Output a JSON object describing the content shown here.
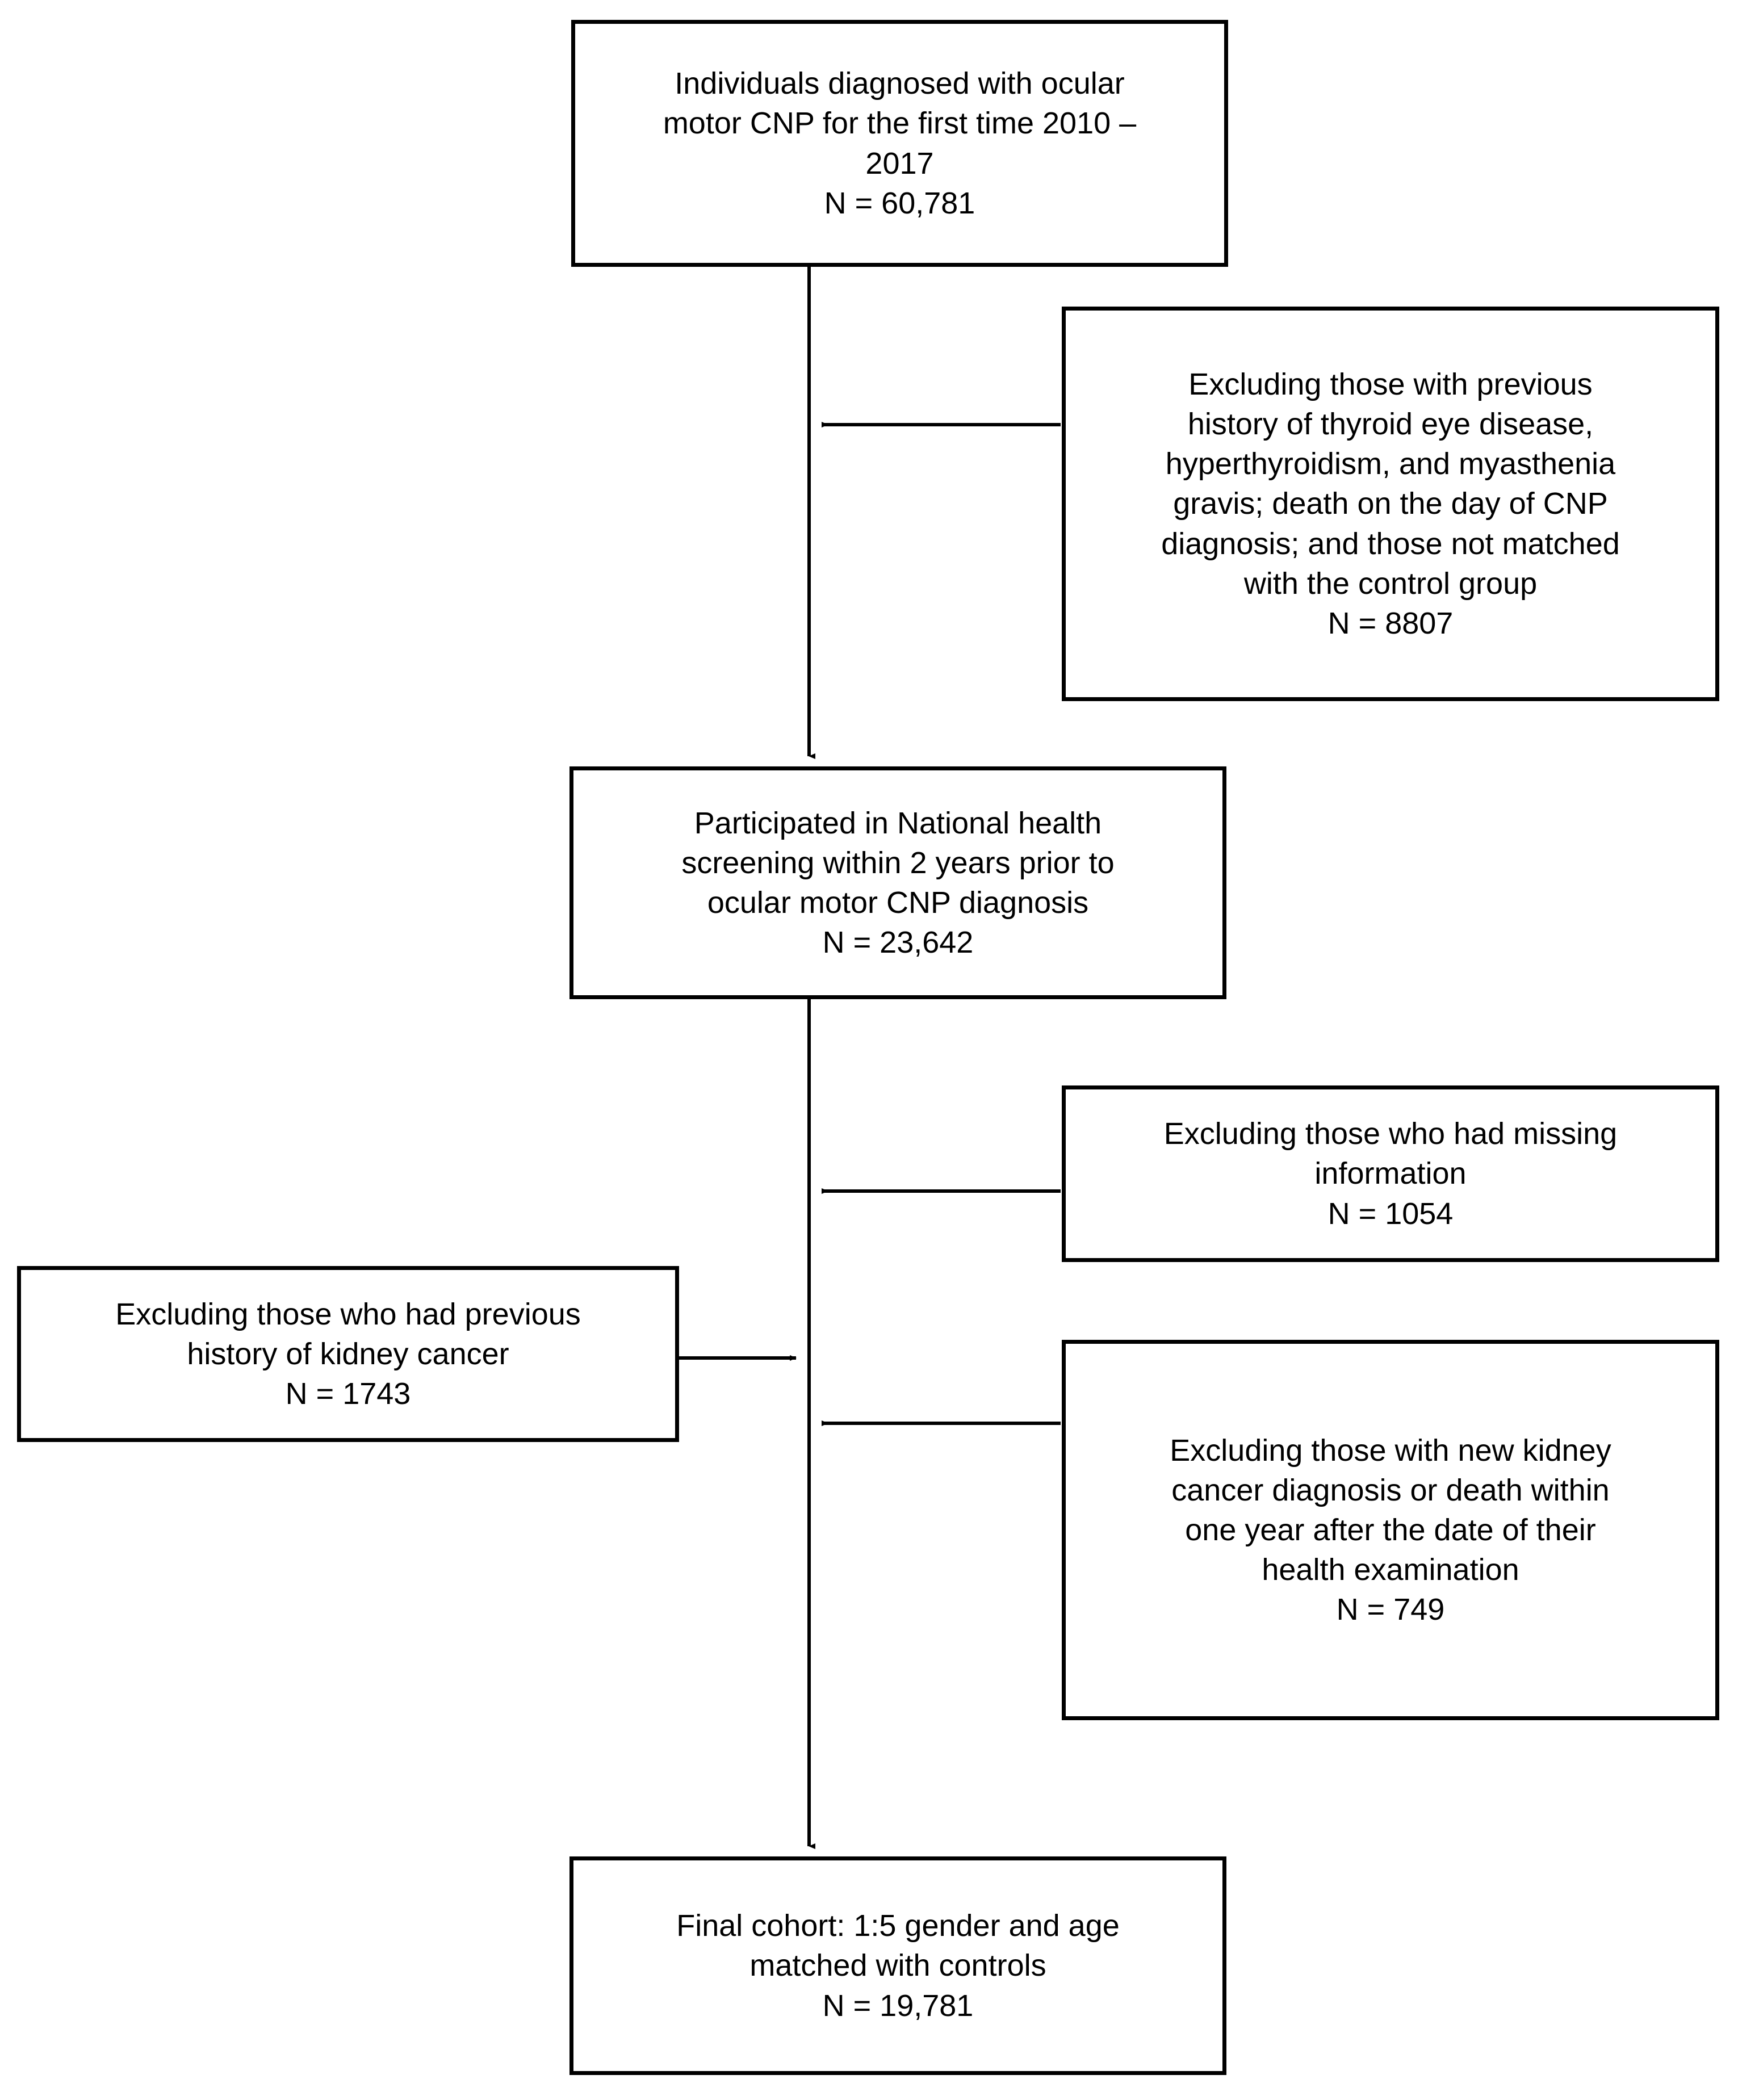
{
  "figure": {
    "type": "flowchart",
    "orientation": "top-to-bottom",
    "background_color": "#ffffff",
    "line_color": "#000000",
    "text_color": "#000000"
  },
  "nodes": {
    "source": {
      "id": "source",
      "role": "cohort",
      "lines": [
        "Individuals diagnosed with ocular",
        "motor CNP for the first time 2010 –",
        "2017"
      ],
      "count_label": "N = 60,781",
      "count_value": 60781
    },
    "excl_history": {
      "id": "excl_history",
      "role": "exclusion",
      "lines": [
        "Excluding those with previous",
        "history of thyroid eye disease,",
        "hyperthyroidism, and myasthenia",
        "gravis; death on the day of CNP",
        "diagnosis; and those not matched",
        "with the control group"
      ],
      "count_label": "N = 8807",
      "count_value": 8807
    },
    "screening": {
      "id": "screening",
      "role": "cohort",
      "lines": [
        "Participated in National health",
        "screening within 2 years prior to",
        "ocular motor CNP diagnosis"
      ],
      "count_label": "N = 23,642",
      "count_value": 23642
    },
    "excl_missing": {
      "id": "excl_missing",
      "role": "exclusion",
      "lines": [
        "Excluding those who had missing",
        "information"
      ],
      "count_label": "N = 1054",
      "count_value": 1054
    },
    "excl_prev_cancer": {
      "id": "excl_prev_cancer",
      "role": "exclusion",
      "lines": [
        "Excluding those who had previous",
        "history of kidney cancer"
      ],
      "count_label": "N = 1743",
      "count_value": 1743
    },
    "excl_new_cancer": {
      "id": "excl_new_cancer",
      "role": "exclusion",
      "lines": [
        "Excluding those with new kidney",
        "cancer diagnosis or death within",
        "one year after the date of their",
        "health examination"
      ],
      "count_label": "N = 749",
      "count_value": 749
    },
    "final": {
      "id": "final",
      "role": "cohort",
      "lines": [
        "Final cohort: 1:5 gender and age",
        "matched with controls"
      ],
      "count_label": "N = 19,781",
      "count_value": 19781
    }
  },
  "edges": [
    {
      "from": "source",
      "to": "screening",
      "direction": "down",
      "style": "solid-arrow"
    },
    {
      "from": "excl_history",
      "to": "main-spine",
      "direction": "left",
      "style": "solid-arrow"
    },
    {
      "from": "excl_missing",
      "to": "main-spine",
      "direction": "left",
      "style": "solid-arrow"
    },
    {
      "from": "excl_prev_cancer",
      "to": "main-spine",
      "direction": "right",
      "style": "solid-arrow"
    },
    {
      "from": "excl_new_cancer",
      "to": "main-spine",
      "direction": "left",
      "style": "solid-arrow"
    },
    {
      "from": "screening",
      "to": "final",
      "direction": "down",
      "style": "solid-arrow"
    }
  ]
}
